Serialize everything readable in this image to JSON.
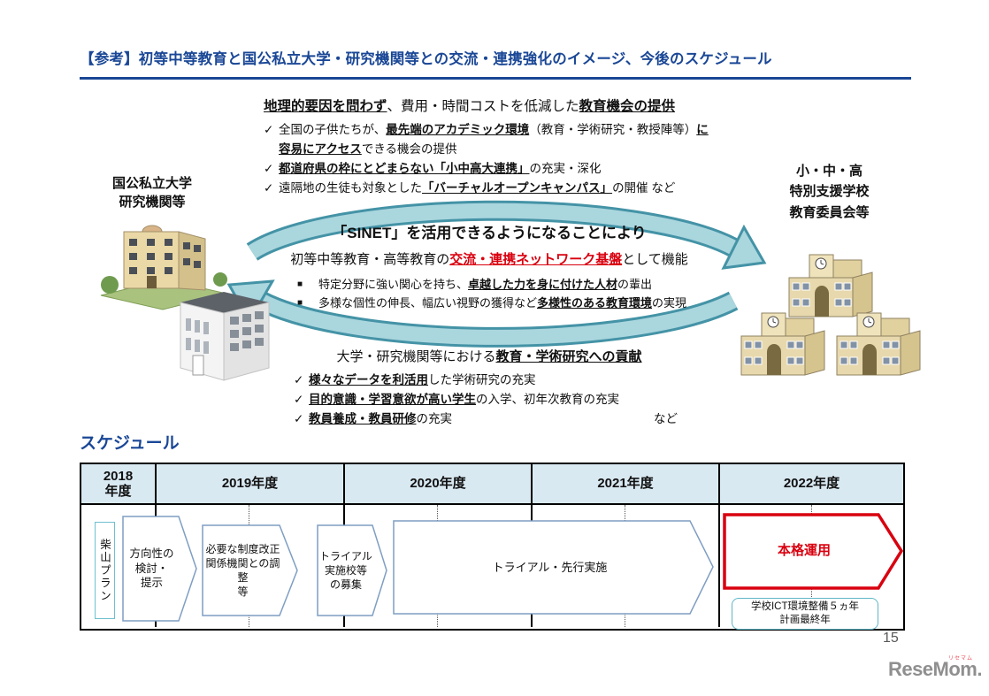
{
  "colors": {
    "title_blue": "#1a4796",
    "accent_red": "#d9000f",
    "arrow_teal_stroke": "#4493a6",
    "arrow_teal_fill": "#aad6de",
    "table_header_bg": "#d9e9f2",
    "flow_box_border": "#7f9ec2",
    "note_border_teal": "#5fb6c6"
  },
  "marks": {
    "check": "✓",
    "square": "■"
  },
  "title": "【参考】初等中等教育と国公私立大学・研究機関等との交流・連携強化のイメージ、今後のスケジュール",
  "left_label": "国公私立大学\n研究機関等",
  "right_label": "小・中・高\n特別支援学校\n教育委員会等",
  "benefits": {
    "h_u1": "地理的要因を問わず",
    "h_mid": "、費用・時間コストを低減した",
    "h_u2": "教育機会の提供",
    "b1_pre": "全国の子供たちが、",
    "b1_b1": "最先端のアカデミック環境",
    "b1_mid": "（教育・学術研究・教授陣等）",
    "b1_b2": "に容易にアクセス",
    "b1_post": "できる機会の提供",
    "b2_b": "都道府県の枠にとどまらない「小中高大連携」",
    "b2_post": "の充実・深化",
    "b3_pre": "遠隔地の生徒も対象とした",
    "b3_b": "「バーチャルオープンキャンパス」",
    "b3_post": "の開催 など"
  },
  "sinet": {
    "heading": "「SINET」を活用できるようになることにより",
    "l_pre": "初等中等教育・高等教育の",
    "l_red": "交流・連携ネットワーク基盤",
    "l_post": "として機能",
    "b1_pre": "特定分野に強い関心を持ち、",
    "b1_b": "卓越した力を身に付けた人材",
    "b1_post": "の輩出",
    "b2_pre": "多様な個性の伸長、幅広い視野の獲得など",
    "b2_b": "多様性のある教育環境",
    "b2_post": "の実現"
  },
  "contribution": {
    "h_pre": "大学・研究機関等における",
    "h_b": "教育・学術研究への貢献",
    "b1_b": "様々なデータを利活用",
    "b1_post": "した学術研究の充実",
    "b2_b": "目的意識・学習意欲が高い学生",
    "b2_post": "の入学、初年次教育の充実",
    "b3_b": "教員養成・教員研修",
    "b3_post": "の充実",
    "etc": "など"
  },
  "schedule": {
    "heading": "スケジュール",
    "years": [
      "2018\n年度",
      "2019年度",
      "2020年度",
      "2021年度",
      "2022年度"
    ],
    "plan": "柴山プラン",
    "step1": "方向性の\n検討・\n提示",
    "step2": "必要な制度改正\n関係機関との調整\n等",
    "step3": "トライアル\n実施校等\nの募集",
    "step4": "トライアル・先行実施",
    "step5": "本格運用",
    "note": "学校ICT環境整備５ヵ年\n計画最終年"
  },
  "footer": {
    "page": "15",
    "logo": "ReseMom",
    "logo_dot": ".",
    "logo_ruby": "リセマム"
  }
}
